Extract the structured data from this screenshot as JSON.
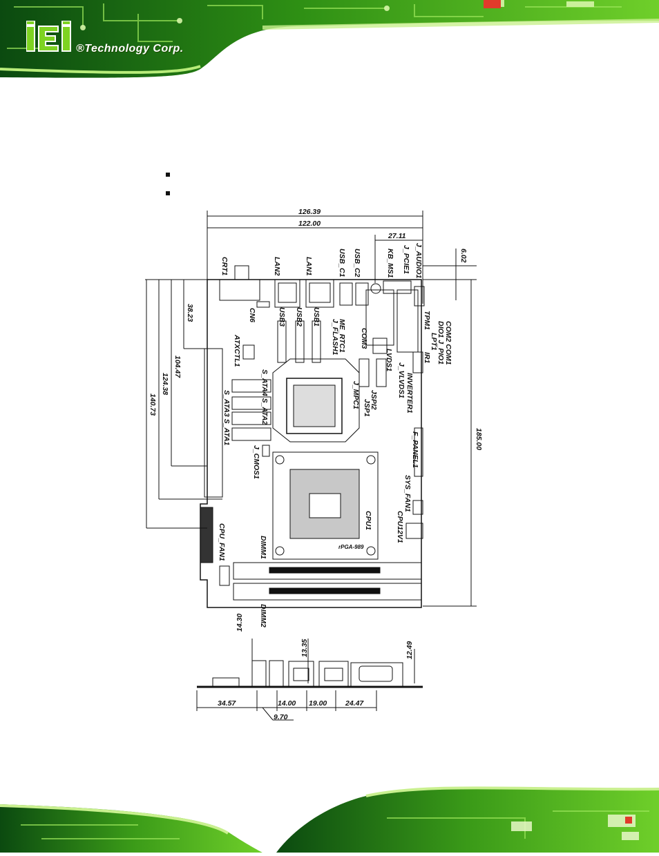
{
  "header": {
    "brand_mark": "iEi",
    "brand_text": "®Technology Corp.",
    "accent": "#7ed321",
    "dark": "#0a4d12"
  },
  "bullets": [
    "",
    ""
  ],
  "drawing": {
    "dims": {
      "top_outer": "126.39",
      "top_inner": "122.00",
      "top_right": "27.11",
      "right_top": "6.02",
      "right_height": "185.00",
      "left_a": "38.23",
      "left_b": "104.47",
      "left_c": "124.38",
      "left_d": "140.73",
      "bot_a": "34.57",
      "bot_b": "14.00",
      "bot_c": "19.00",
      "bot_d": "24.47",
      "bot_e": "9.70",
      "side_a": "14.30",
      "side_b": "13.35",
      "side_c": "12.49"
    },
    "labels": {
      "crt1": "CRT1",
      "lan2": "LAN2",
      "lan1": "LAN1",
      "usb_c1": "USB_C1",
      "usb_c2": "USB_C2",
      "kb_ms1": "KB_MS1",
      "j_pcie1": "J_PCIE1",
      "j_audio1": "J_AUDIO1",
      "cn6": "CN6",
      "usb3": "USB3",
      "usb2": "USB2",
      "usb1": "USB1",
      "me_rtc1": "ME_RTC1",
      "j_flash1": "J_FLASH1",
      "com3": "COM3",
      "tpm1": "TPM1",
      "com2com1": "COM2 COM1",
      "dio1": "DIO1 J_PIO1",
      "lpt1": "LPT1",
      "ir1": "IR1",
      "lvds1": "LVDS1",
      "j_vlvds1": "J_VLVDS1",
      "inverter1": "INVERTER1",
      "jspi2": "JSPI2",
      "jsp1": "JSP1",
      "j_mpc1": "J_MPC1",
      "atxctl1": "ATXCTL1",
      "s_ata4": "S_ATA4 S_ATA2",
      "s_ata3": "S_ATA3 S_ATA1",
      "j_cmos1": "J_CMOS1",
      "f_panel1": "F_PANEL1",
      "sys_fan1": "SYS_FAN1",
      "cpu12v1": "CPU12V1",
      "cpu1": "CPU1",
      "rpga": "rPGA-989",
      "dimm1": "DIMM1",
      "dimm2": "DIMM2",
      "cpu_fan1": "CPU_FAN1"
    }
  }
}
